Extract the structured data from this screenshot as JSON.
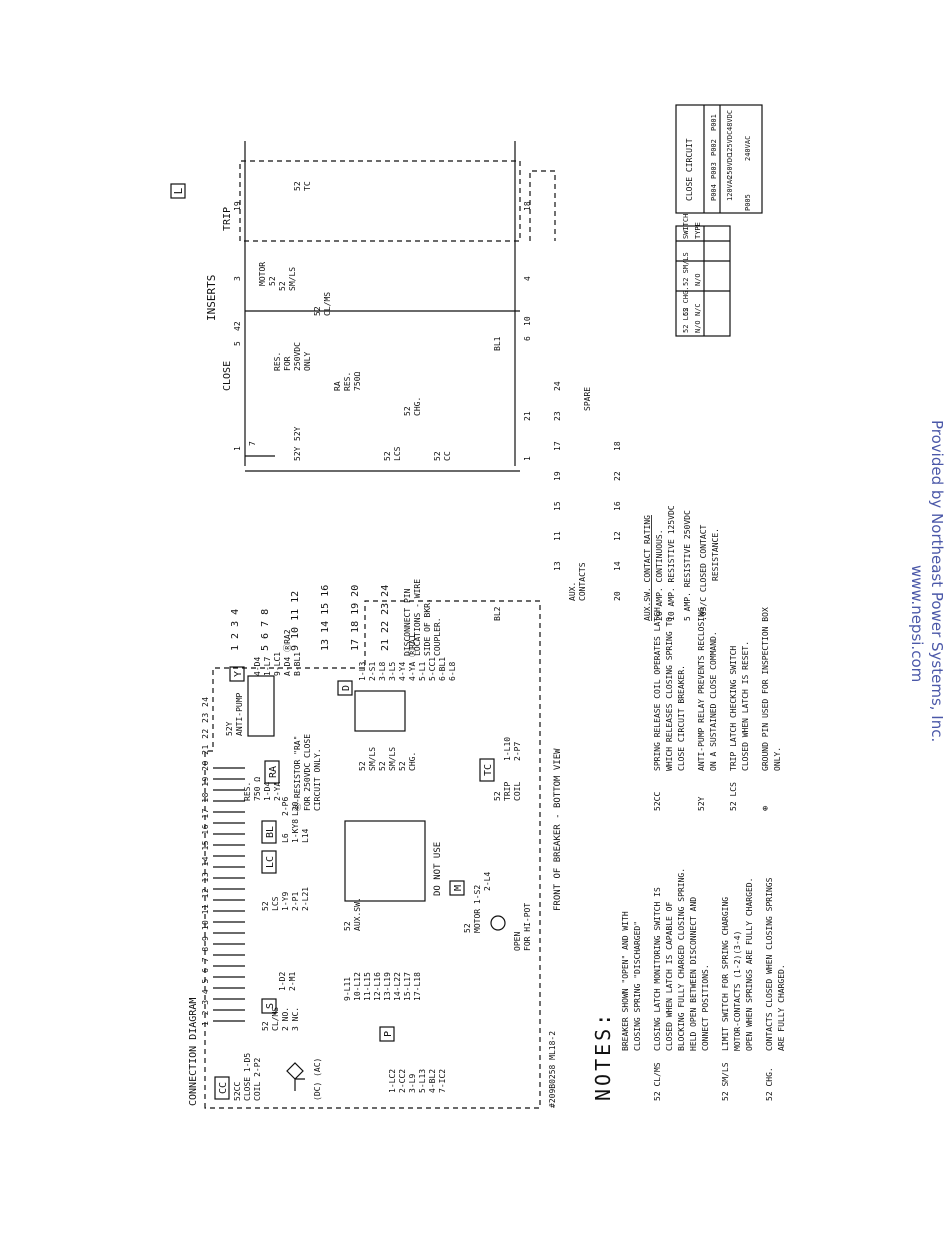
{
  "watermark": {
    "line1": "Provided by Northeast Power Systems, Inc.",
    "line2": "www.nepsi.com"
  },
  "diagram": {
    "connection_title": "CONNECTION DIAGRAM",
    "connection_box_label": "L",
    "terminal_numbers": "1 2 3 4 5 6 7 8 9 10 11 12 13 14 15 16 17 18 19 20 21 22 23 24",
    "front_label": "FRONT OF BREAKER - BOTTOM VIEW",
    "drawing_number": "#209B0258 ML18-2",
    "do_not_use": "DO NOT USE",
    "open_hipot": [
      "OPEN",
      "FOR HI-POT"
    ],
    "aux_sw": [
      "52",
      "AUX.SW."
    ],
    "motor_label": [
      "52",
      "MOTOR 1-S2",
      "2-L4"
    ],
    "motor_box": "M",
    "cc": {
      "box": "CC",
      "lines": [
        "52CC",
        "CLOSE 1-D5",
        "COIL  2-P2"
      ],
      "dc_ac": "(DC)  (AC)"
    },
    "s": {
      "box": "S",
      "lines": [
        "52",
        "CL/MS",
        "2 NO.",
        "3 NC."
      ],
      "refs": [
        "1-D2",
        "2-M1"
      ]
    },
    "p": {
      "box": "P",
      "col1": [
        "1-LC2",
        "2-CC2",
        "3-L9",
        "5-L13",
        "4-BL2",
        "7-IC2"
      ],
      "col2": [
        "9-L11",
        "10-L12",
        "11-L15",
        "12-L16",
        "13-L19",
        "14-L22",
        "15-L17",
        "17-L18"
      ]
    },
    "lc": {
      "box": "LC",
      "lines": [
        "52",
        "LCS"
      ],
      "refs": [
        "1-Y9",
        "2-P1",
        "2-L21"
      ]
    },
    "bl": {
      "box": "BL",
      "refs": [
        "L6",
        "1-KY8",
        "L14",
        "2-P6",
        "L20"
      ],
      "res": [
        "RES.",
        "750 Ω",
        "1-D4",
        "2-YA"
      ]
    },
    "ra": {
      "box": "RA",
      "note": [
        "Ⓡ-RESISTOR \"RA\"",
        "FOR 250VDC CLOSE",
        "CIRCUIT ONLY."
      ]
    },
    "y": {
      "box": "Y",
      "lines": [
        "52Y",
        "ANTI-PUMP"
      ],
      "refs": [
        "4-D4",
        "1-L7",
        "9-LC1",
        "A-D4 ⓇRA2",
        "B-BL1"
      ]
    },
    "d": {
      "box": "D",
      "labels": [
        "52",
        "SM/LS",
        "52",
        "SM/LS",
        "52",
        "CHG."
      ],
      "refs": [
        "1-L3",
        "2-S1",
        "3-L8",
        "3-L5",
        "4-Y4",
        "4-YA ⓇRA1",
        "5-L1",
        "5-CC1",
        "6-BL1",
        "6-L8"
      ]
    },
    "tc": {
      "box": "TC",
      "lines": [
        "52",
        "TRIP",
        "COIL"
      ],
      "refs": [
        "1-L10",
        "2-P7"
      ]
    },
    "disconnect": {
      "rows": [
        "1  2  3  4",
        "5  6  7  8",
        "9  10  11  12",
        "13  14  15  16",
        "17  18  19  20",
        "21  22  23  24"
      ],
      "caption": [
        "DISCONNECT PIN",
        "LOCATIONS - WIRE",
        "SIDE OF BKR.",
        "COUPLER."
      ]
    },
    "schematic": {
      "close": "CLOSE",
      "inserts": "INSERTS",
      "trip": "TRIP",
      "res_note": [
        "RES.",
        "FOR",
        "250VDC",
        "ONLY"
      ],
      "labels": [
        "52",
        "SM/LS",
        "52",
        "CL/MS",
        "52",
        "MOTOR",
        "52Y",
        "52Y",
        "52",
        "CHG.",
        "52",
        "LCS",
        "52",
        "CC",
        "52",
        "TC",
        "RA",
        "RES.",
        "750Ω",
        "BL1",
        "BL2"
      ],
      "spare": "SPARE",
      "aux_contacts": [
        "AUX.",
        "CONTACTS"
      ],
      "terminals_top": [
        "1",
        "7",
        "5",
        "42",
        "3",
        "19"
      ],
      "terminals_bottom": [
        "21",
        "1",
        "6",
        "10",
        "4",
        "18"
      ],
      "aux_terminals": [
        "13",
        "11",
        "15",
        "19",
        "17",
        "23",
        "24",
        "14",
        "12",
        "16",
        "22",
        "18",
        "20"
      ]
    },
    "rating": {
      "title": "AUX.SW. CONTACT RATING",
      "lines": [
        "20 AMP. CONTINUOUS.",
        "10 AMP. RESISTIVE 125VDC",
        "5 AMP. RESISTIVE 250VDC",
        ".03/C CLOSED CONTACT",
        "RESISTANCE."
      ]
    },
    "switch_table": {
      "headers": [
        "SWITCH",
        "TYPE"
      ],
      "rows": [
        [
          "52 SM/LS",
          "N/O"
        ],
        [
          "52 CHG.",
          "N/C"
        ],
        [
          "52 LCS",
          "N/O"
        ]
      ]
    },
    "close_circuit_table": {
      "header": "CLOSE CIRCUIT",
      "rows": [
        [
          "P001",
          "48VDC"
        ],
        [
          "P002",
          "125VDC"
        ],
        [
          "P003",
          "250VDC"
        ],
        [
          "P004",
          "120VAC"
        ],
        [
          "P005",
          "240VAC"
        ]
      ]
    }
  },
  "notes": {
    "title": "NOTES:",
    "intro": [
      "BREAKER SHOWN \"OPEN\" AND WITH",
      "CLOSING SPRING \"DISCHARGED\""
    ],
    "left": [
      {
        "key": "52 CL/MS",
        "text": [
          "CLOSING LATCH MONITORING SWITCH IS",
          "CLOSED WHEN LATCH IS CAPABLE OF",
          "BLOCKING FULLY CHARGED CLOSING SPRING.",
          "HELD OPEN BETWEEN DISCONNECT AND",
          "CONNECT POSITIONS."
        ]
      },
      {
        "key": "52 SM/LS",
        "text": [
          "LIMIT SWITCH FOR SPRING CHARGING",
          "MOTOR-CONTACTS (1-2)(3-4)",
          "OPEN WHEN SPRINGS ARE FULLY CHARGED."
        ]
      },
      {
        "key": "52 CHG.",
        "text": [
          "CONTACTS CLOSED WHEN CLOSING SPRINGS",
          "ARE FULLY CHARGED."
        ]
      }
    ],
    "right": [
      {
        "key": "52CC",
        "text": [
          "SPRING RELEASE COIL OPERATES LATCH",
          "WHICH RELEASES CLOSING SPRING TO",
          "CLOSE CIRCUIT BREAKER."
        ]
      },
      {
        "key": "52Y",
        "text": [
          "ANTI-PUMP RELAY PREVENTS RECLOSING",
          "ON A SUSTAINED CLOSE COMMAND."
        ]
      },
      {
        "key": "52 LCS",
        "text": [
          "TRIP LATCH CHECKING SWITCH",
          "CLOSED WHEN LATCH IS RESET."
        ]
      },
      {
        "key": "⊕",
        "text": [
          "GROUND PIN USED FOR INSPECTION BOX",
          "ONLY."
        ]
      }
    ]
  }
}
